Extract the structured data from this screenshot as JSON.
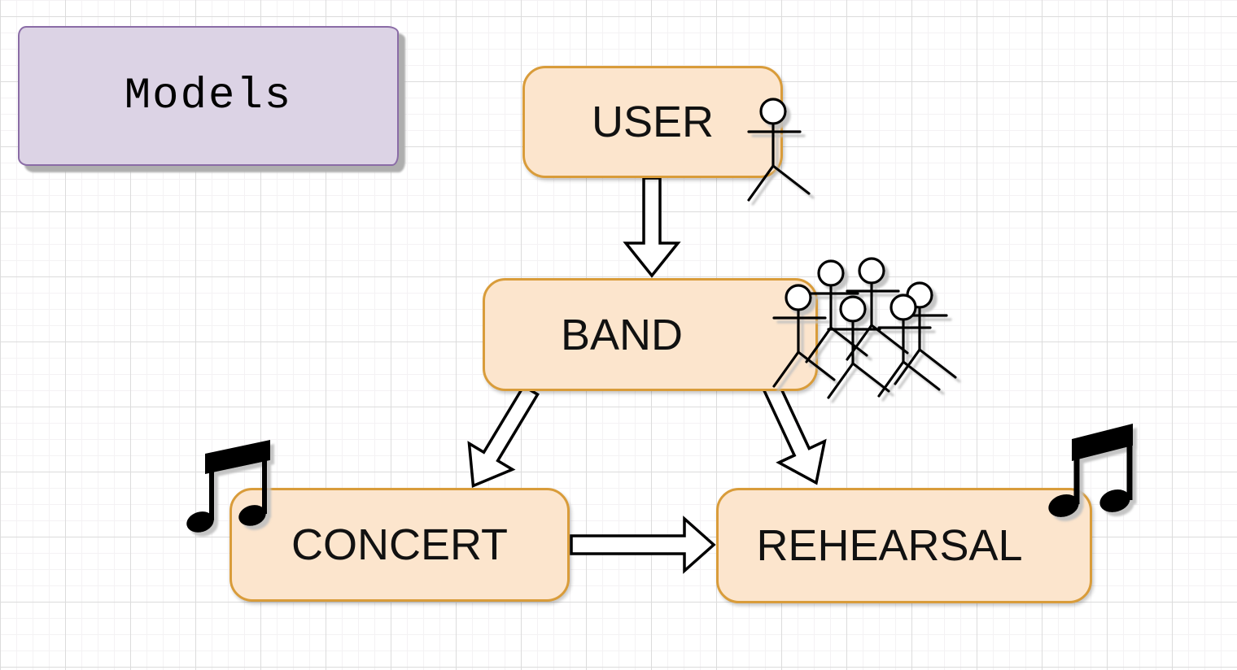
{
  "legend": {
    "label": "Models"
  },
  "nodes": [
    {
      "id": "user",
      "label": "USER"
    },
    {
      "id": "band",
      "label": "BAND"
    },
    {
      "id": "concert",
      "label": "CONCERT"
    },
    {
      "id": "rehearsal",
      "label": "REHEARSAL"
    }
  ],
  "edges": [
    {
      "from": "USER",
      "to": "BAND"
    },
    {
      "from": "BAND",
      "to": "CONCERT"
    },
    {
      "from": "BAND",
      "to": "REHEARSAL"
    },
    {
      "from": "CONCERT",
      "to": "REHEARSAL"
    }
  ],
  "icons": [
    {
      "name": "stick-figure-icon",
      "attached_to": "USER"
    },
    {
      "name": "stick-figure-group-icon",
      "attached_to": "BAND"
    },
    {
      "name": "music-note-icon",
      "attached_to": "CONCERT"
    },
    {
      "name": "music-note-icon",
      "attached_to": "REHEARSAL"
    }
  ],
  "colors": {
    "node_fill": "#fce5cd",
    "node_border": "#d99c3a",
    "legend_fill": "#dcd3e5",
    "legend_border": "#8a6ca6",
    "arrow_fill": "#ffffff",
    "arrow_stroke": "#000000",
    "figure_color": "#000000",
    "note_color": "#000000",
    "grid_minor": "#f4f2f4",
    "grid_major": "#dcdcdc",
    "text": "#111111"
  }
}
